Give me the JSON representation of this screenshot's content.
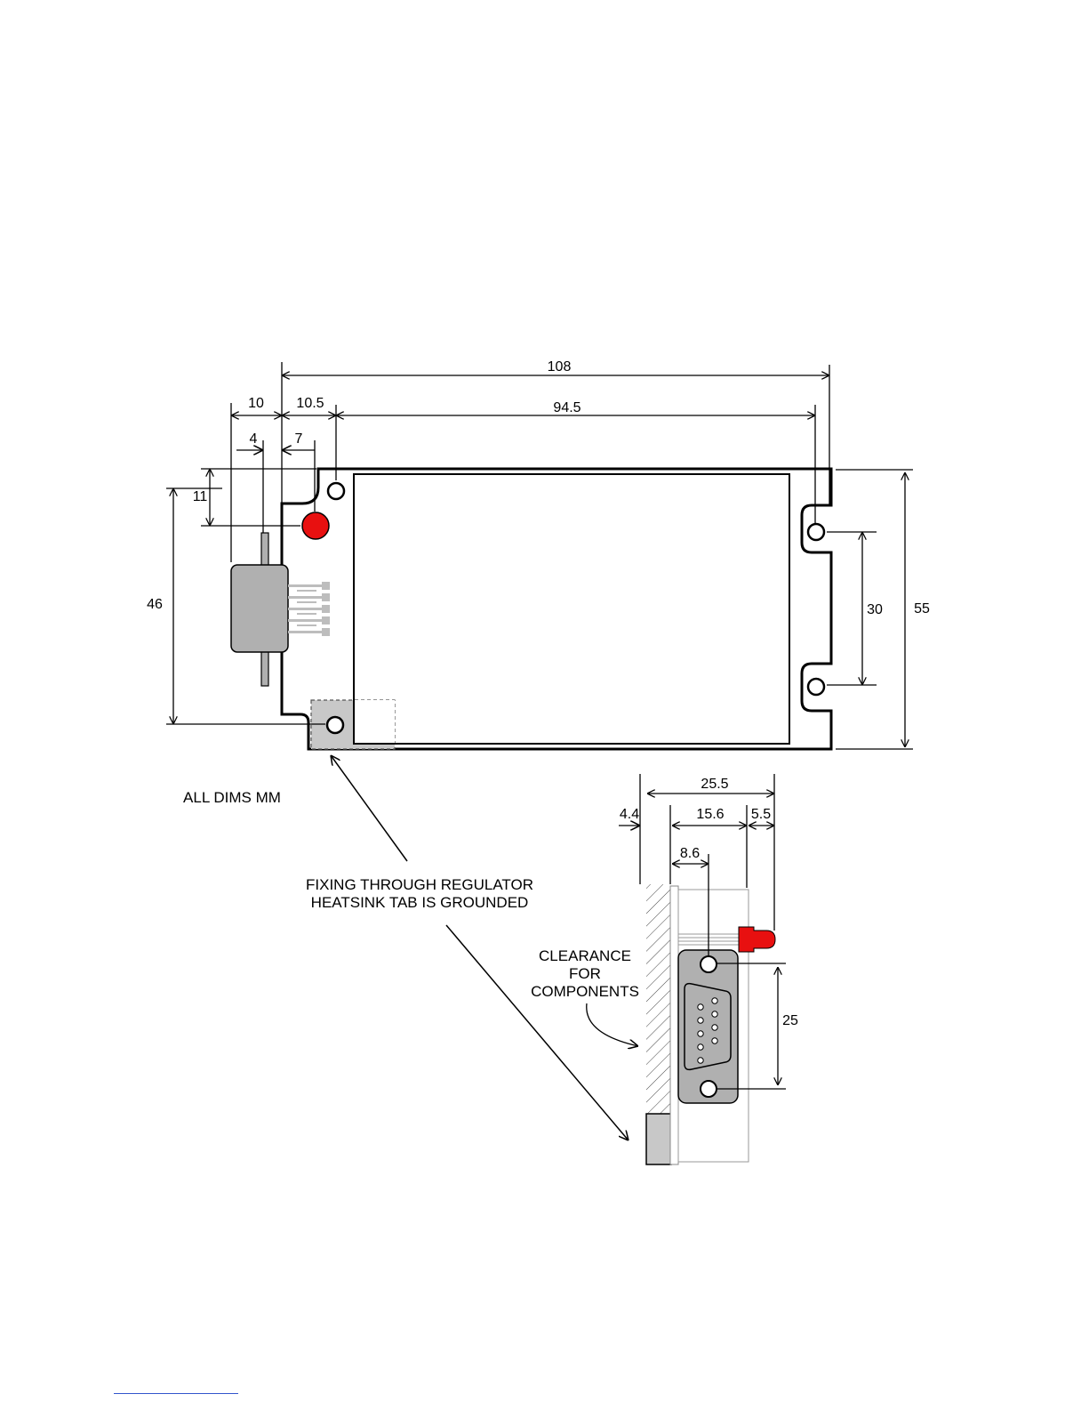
{
  "colors": {
    "led": "#e81010",
    "heatsink": "#c8c8c8",
    "connector": "#b0b0b0",
    "pins": "#bdbdbd",
    "link_line": "#3355cc"
  },
  "top_view": {
    "dims": {
      "overall_length": "108",
      "connector_offset": "10",
      "hole_offset": "10.5",
      "hole_spacing": "94.5",
      "connector_center": "4",
      "led_offset": "7",
      "led_height": "11",
      "connector_height": "46",
      "slot_span": "30",
      "overall_width": "55"
    }
  },
  "side_view": {
    "dims": {
      "overall_depth": "25.5",
      "wall_clearance": "4.4",
      "connector_depth": "15.6",
      "led_protrusion": "5.5",
      "connector_center": "8.6",
      "hole_spacing": "25"
    }
  },
  "notes": {
    "units": "ALL DIMS MM",
    "fixing_line1": "FIXING THROUGH REGULATOR",
    "fixing_line2": "HEATSINK TAB IS GROUNDED",
    "clearance_line1": "CLEARANCE",
    "clearance_line2": "FOR",
    "clearance_line3": "COMPONENTS"
  }
}
